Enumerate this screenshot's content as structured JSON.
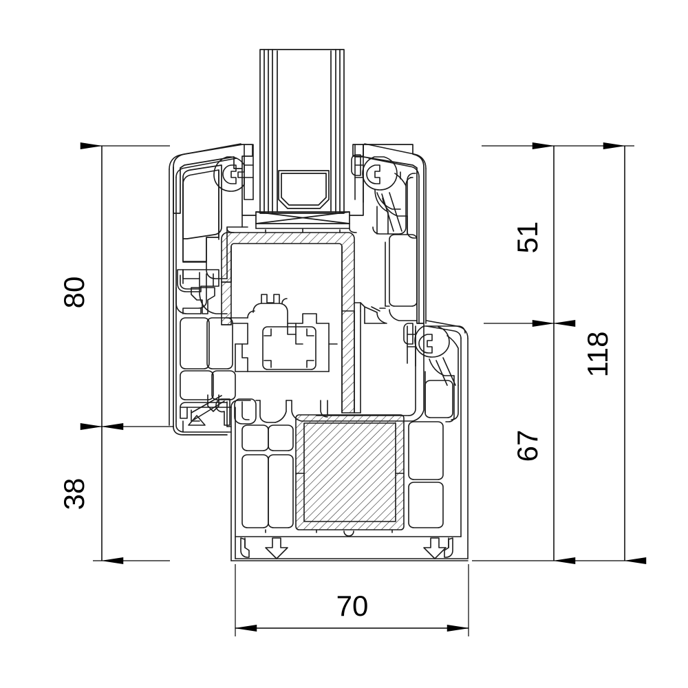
{
  "drawing": {
    "title": "PVC Window Profile Cross Section",
    "type": "technical-cad-section",
    "units": "mm",
    "background_color": "#ffffff",
    "line_color": "#1a1a1a",
    "dimension_color": "#000000",
    "hatch_color": "#1a1a1a"
  },
  "dimensions": {
    "left_chain": [
      {
        "name": "frame-sash-height",
        "value": "80",
        "orientation": "vertical",
        "text_rotation": -90
      },
      {
        "name": "sill-height",
        "value": "38",
        "orientation": "vertical",
        "text_rotation": -90
      }
    ],
    "right_chain": [
      {
        "name": "glazing-rebate-height",
        "value": "51",
        "orientation": "vertical",
        "text_rotation": -90
      },
      {
        "name": "lower-frame-height",
        "value": "67",
        "orientation": "vertical",
        "text_rotation": -90
      }
    ],
    "right_overall": {
      "name": "overall-height",
      "value": "118",
      "orientation": "vertical",
      "text_rotation": -90
    },
    "bottom": {
      "name": "overall-depth",
      "value": "70",
      "orientation": "horizontal",
      "text_rotation": 0
    }
  },
  "labels": {
    "dim_80": "80",
    "dim_38": "38",
    "dim_51": "51",
    "dim_67": "67",
    "dim_118": "118",
    "dim_70": "70"
  },
  "components": [
    {
      "name": "glazing-unit",
      "description": "Triple glazing insulated glass unit"
    },
    {
      "name": "glazing-bead",
      "description": "Glazing bead / spacer block"
    },
    {
      "name": "outer-sash-profile",
      "description": "Sash profile with multi-chamber cavities"
    },
    {
      "name": "steel-reinforcement-sash",
      "description": "Hatched steel reinforcement in sash chamber"
    },
    {
      "name": "steel-reinforcement-frame",
      "description": "Hatched steel reinforcement in frame chamber"
    },
    {
      "name": "outer-frame-profile",
      "description": "Outer frame with multi-chamber cavities"
    },
    {
      "name": "gasket-middle",
      "description": "Centre seal gasket"
    },
    {
      "name": "gasket-inner",
      "description": "Inner seal gasket"
    },
    {
      "name": "hardware-groove",
      "description": "Euro groove for hardware"
    },
    {
      "name": "anchor-rails",
      "description": "Bottom anchor / clip rails"
    }
  ]
}
